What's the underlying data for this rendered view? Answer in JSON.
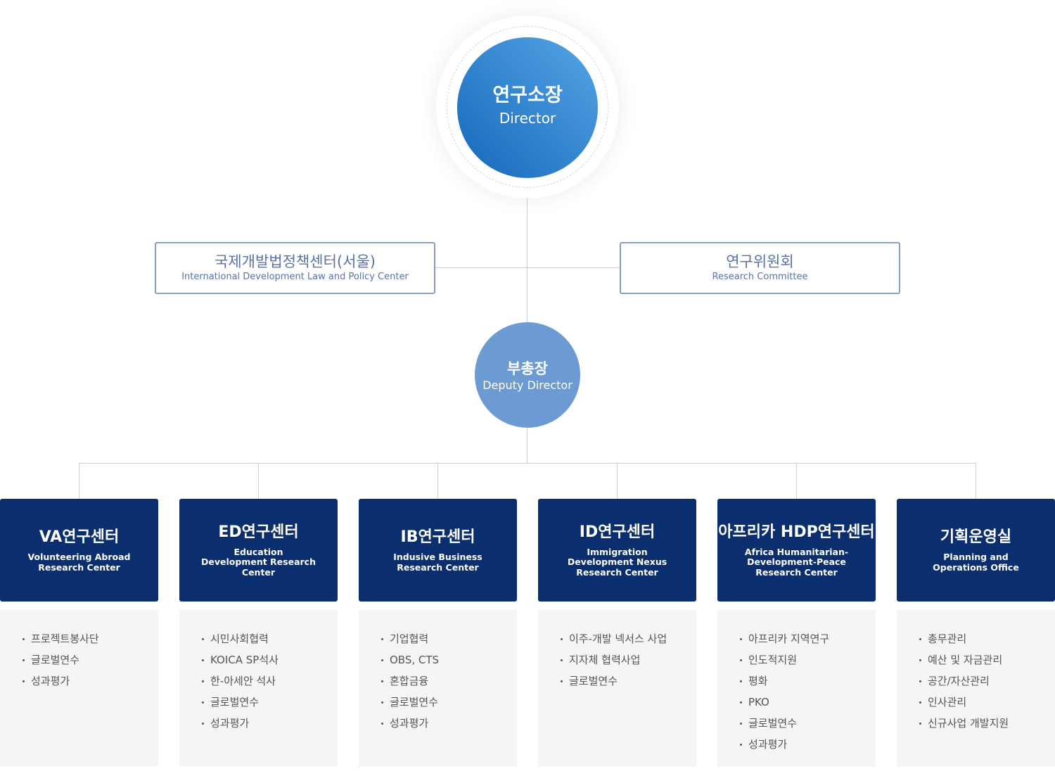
{
  "director": {
    "ko": "연구소장",
    "en": "Director"
  },
  "left_box": {
    "ko": "국제개발법정책센터(서울)",
    "en": "International Development Law and Policy Center"
  },
  "right_box": {
    "ko": "연구위원회",
    "en": "Research Committee"
  },
  "deputy": {
    "ko": "부총장",
    "en": "Deputy Director"
  },
  "columns": [
    {
      "ko": "VA연구센터",
      "en": "Volunteering Abroad Research Center",
      "items": [
        "프로젝트봉사단",
        "글로벌연수",
        "성과평가"
      ]
    },
    {
      "ko": "ED연구센터",
      "en": "Education Development Research Center",
      "items": [
        "시민사회협력",
        "KOICA SP석사",
        "한-아세안 석사",
        "글로벌연수",
        "성과평가"
      ]
    },
    {
      "ko": "IB연구센터",
      "en": "Indusive Business Research Center",
      "items": [
        "기업협력",
        "OBS, CTS",
        "혼합금융",
        "글로벌연수",
        "성과평가"
      ]
    },
    {
      "ko": "ID연구센터",
      "en": "Immigration Development Nexus Research Center",
      "items": [
        "이주-개발 넥서스 사업",
        "지자체 협력사업",
        "글로벌연수"
      ]
    },
    {
      "ko": "아프리카 HDP연구센터",
      "en": "Africa Humanitarian-Development-Peace Research Center",
      "items": [
        "아프리카 지역연구",
        "인도적지원",
        "평화",
        "PKO",
        "글로벌연수",
        "성과평가"
      ]
    },
    {
      "ko": "기획운영실",
      "en": "Planning and Operations Office",
      "items": [
        "총무관리",
        "예산 및 자금관리",
        "공간/자산관리",
        "인사관리",
        "신규사업 개발지원"
      ]
    }
  ]
}
